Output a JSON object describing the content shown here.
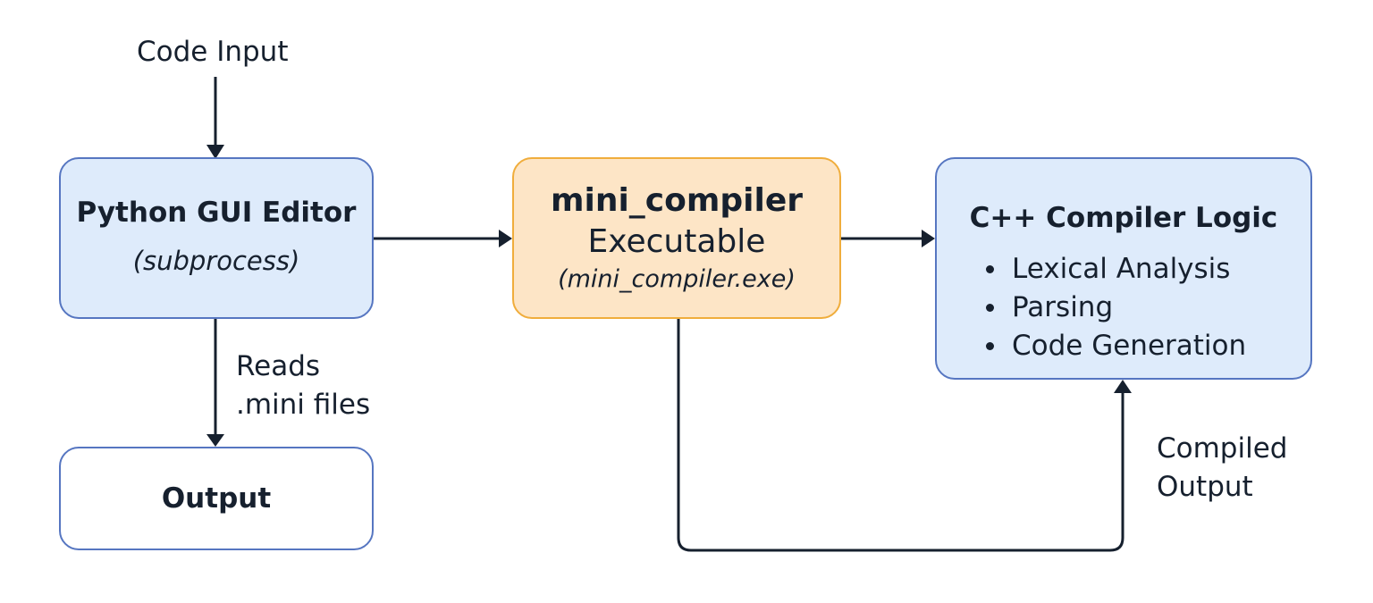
{
  "labels": {
    "code_input": "Code Input",
    "reads": "Reads\n.mini files",
    "compiled_output": "Compiled\nOutput"
  },
  "nodes": {
    "editor": {
      "title": "Python GUI Editor",
      "subtitle": "(subprocess)"
    },
    "output": {
      "title": "Output"
    },
    "compiler": {
      "title": "mini_compiler",
      "subtitle": "Executable",
      "detail": "(mini_compiler.exe)"
    },
    "logic": {
      "title": "C++ Compiler Logic",
      "items": [
        "Lexical Analysis",
        "Parsing",
        "Code Generation"
      ]
    }
  },
  "colors": {
    "blue_fill": "#deebfb",
    "blue_border": "#5676c1",
    "orange_fill": "#fde5c6",
    "orange_border": "#f0ad3c",
    "line": "#16202e"
  }
}
